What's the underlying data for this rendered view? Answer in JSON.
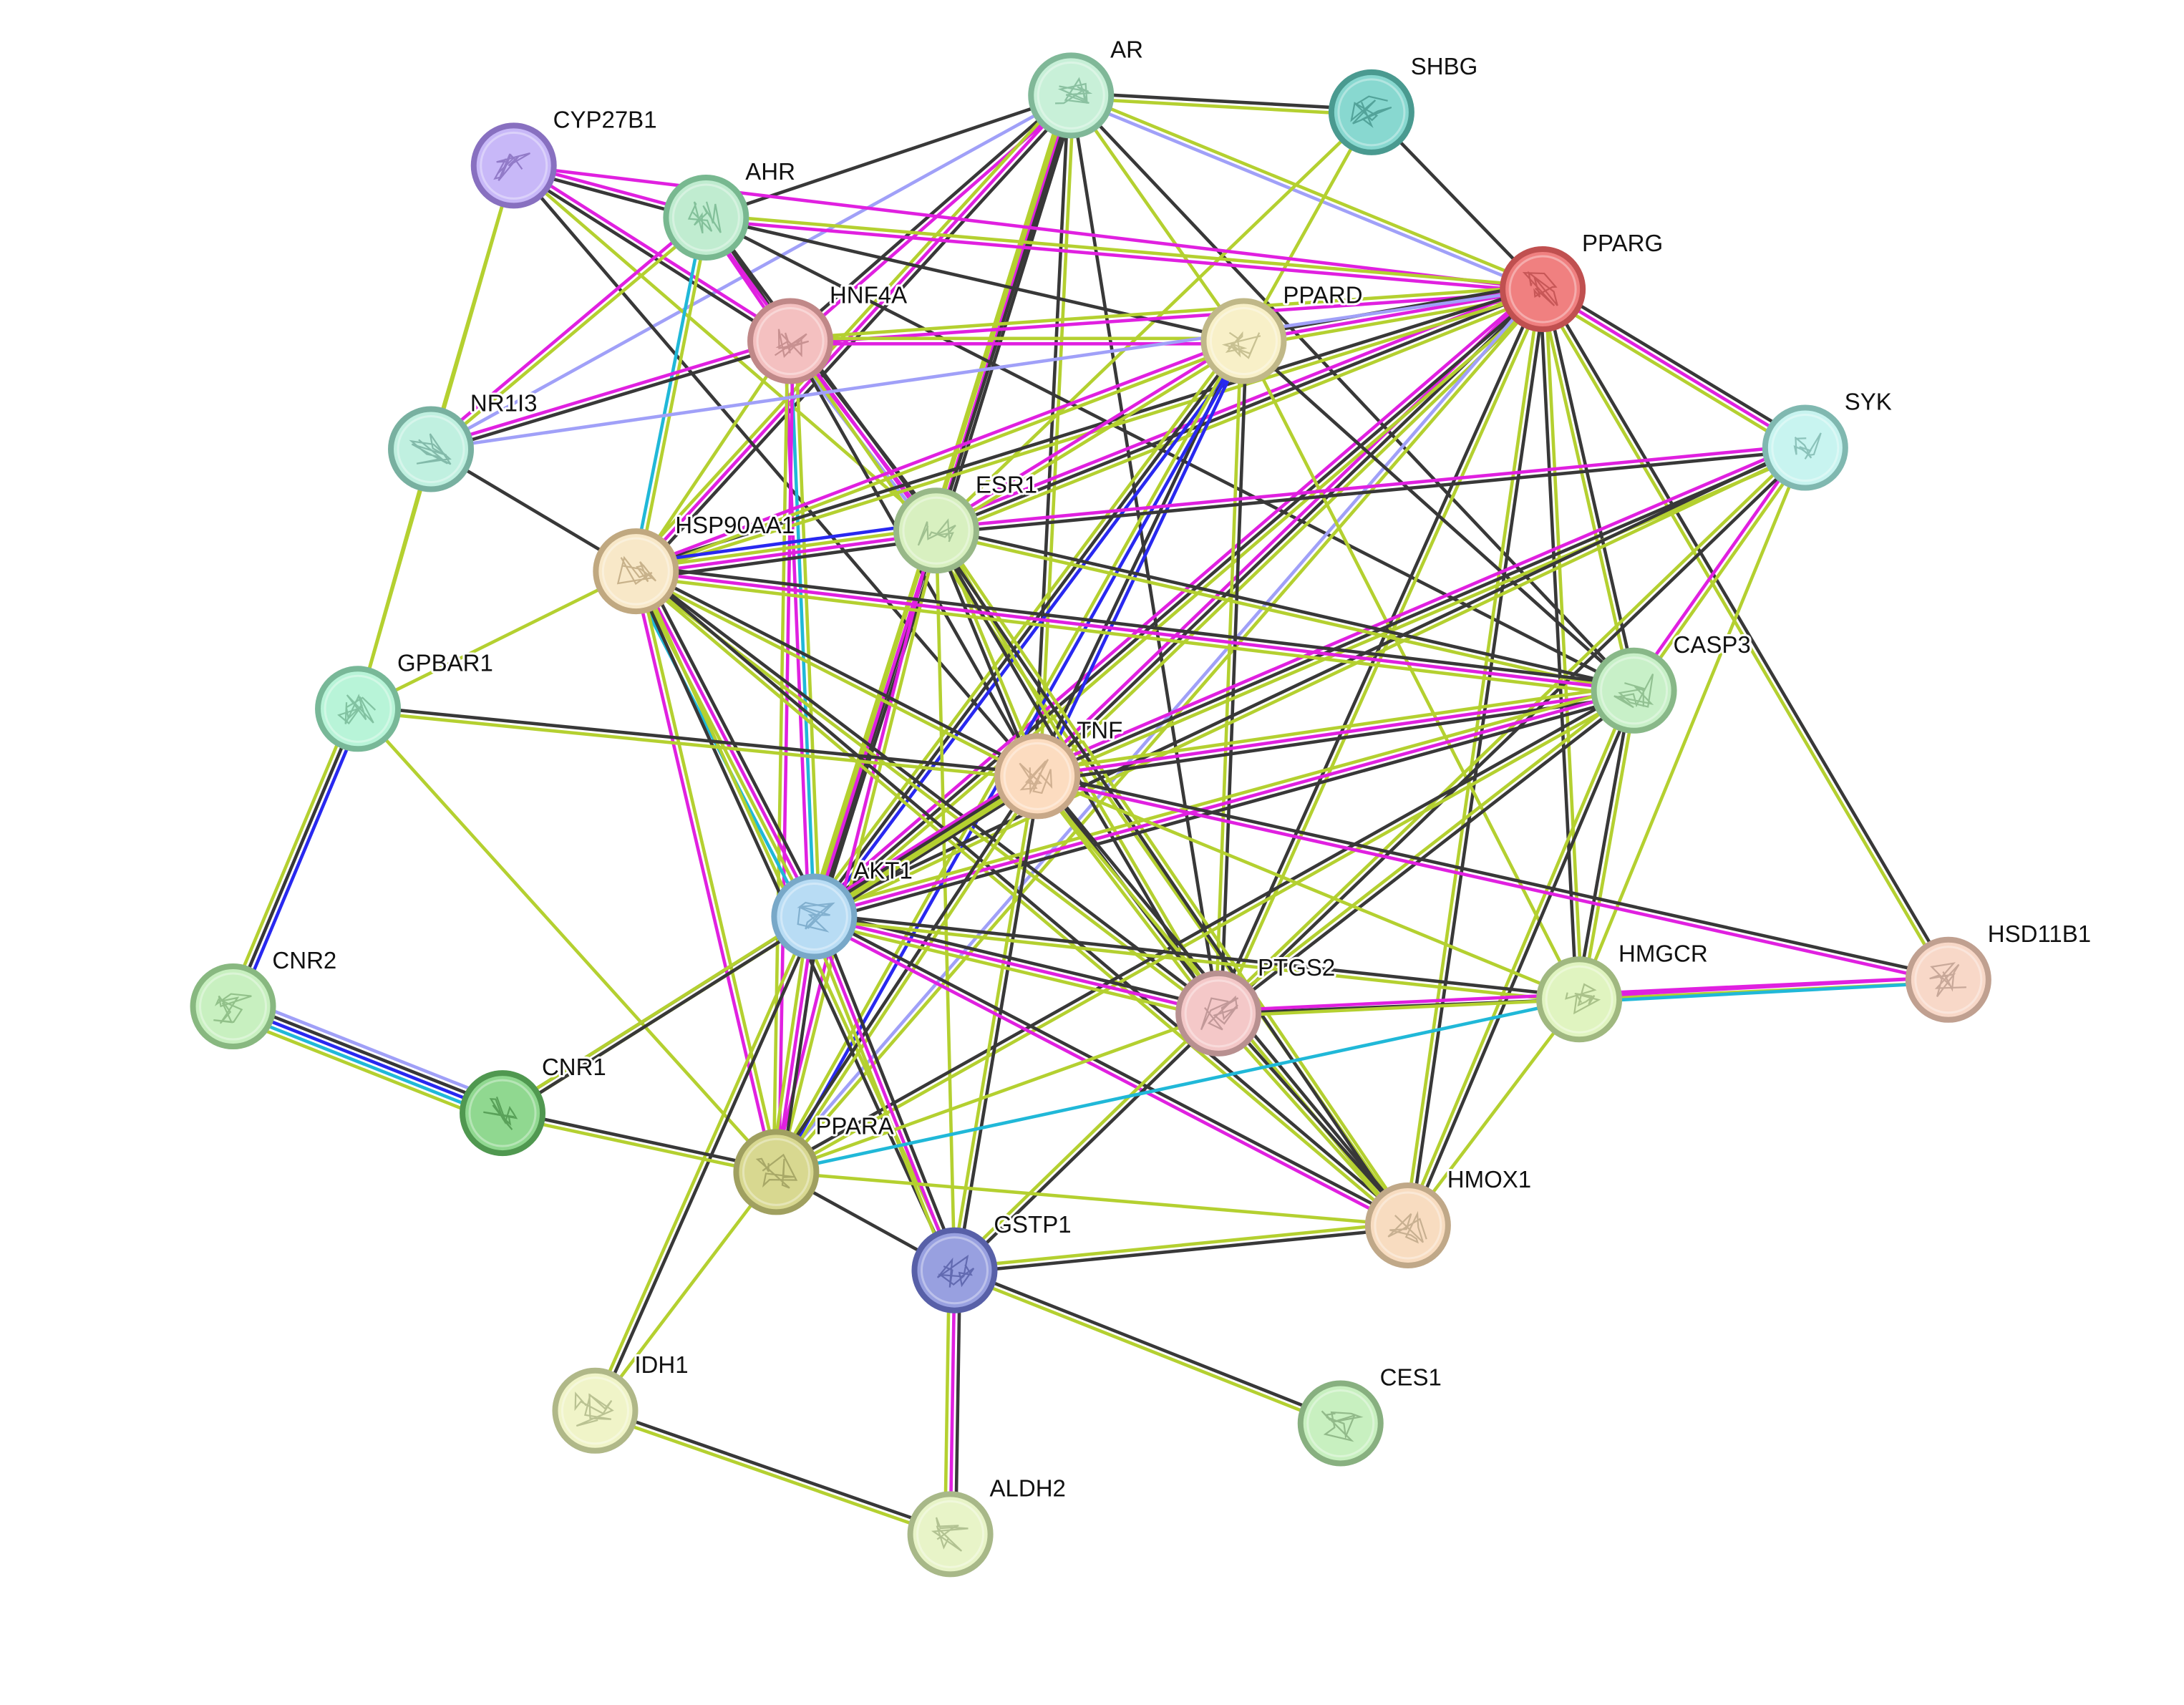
{
  "title": "Protein interaction network",
  "nodes": [
    {
      "id": "AR",
      "label": "AR",
      "fill": "#c8f0d8",
      "border": "#80b898"
    },
    {
      "id": "SHBG",
      "label": "SHBG",
      "fill": "#88d8d0",
      "border": "#4a9a90"
    },
    {
      "id": "CYP27B1",
      "label": "CYP27B1",
      "fill": "#c8b8f8",
      "border": "#8870c0"
    },
    {
      "id": "AHR",
      "label": "AHR",
      "fill": "#c0ecd0",
      "border": "#78b890"
    },
    {
      "id": "PPARG",
      "label": "PPARG",
      "fill": "#f08080",
      "border": "#c05050"
    },
    {
      "id": "HNF4A",
      "label": "HNF4A",
      "fill": "#f4c0c0",
      "border": "#c08888"
    },
    {
      "id": "PPARD",
      "label": "PPARD",
      "fill": "#f8f0c8",
      "border": "#c0b888"
    },
    {
      "id": "NR1I3",
      "label": "NR1I3",
      "fill": "#c0f0e0",
      "border": "#78b0a0"
    },
    {
      "id": "SYK",
      "label": "SYK",
      "fill": "#c8f4f0",
      "border": "#80b8b0"
    },
    {
      "id": "ESR1",
      "label": "ESR1",
      "fill": "#d8f0c0",
      "border": "#98b888"
    },
    {
      "id": "HSP90AA1",
      "label": "HSP90AA1",
      "fill": "#f8e8c8",
      "border": "#c0a880"
    },
    {
      "id": "GPBAR1",
      "label": "GPBAR1",
      "fill": "#b8f4d8",
      "border": "#78b898"
    },
    {
      "id": "CASP3",
      "label": "CASP3",
      "fill": "#c8f0c8",
      "border": "#88b888"
    },
    {
      "id": "TNF",
      "label": "TNF",
      "fill": "#fcdcc0",
      "border": "#c8a888"
    },
    {
      "id": "AKT1",
      "label": "AKT1",
      "fill": "#b8dcf4",
      "border": "#78a8c8"
    },
    {
      "id": "CNR2",
      "label": "CNR2",
      "fill": "#c8f0c0",
      "border": "#88b880"
    },
    {
      "id": "HSD11B1",
      "label": "HSD11B1",
      "fill": "#f8d8c8",
      "border": "#c0a090"
    },
    {
      "id": "PTGS2",
      "label": "PTGS2",
      "fill": "#f4c8c8",
      "border": "#b89090"
    },
    {
      "id": "HMGCR",
      "label": "HMGCR",
      "fill": "#e0f4c0",
      "border": "#a0b880"
    },
    {
      "id": "CNR1",
      "label": "CNR1",
      "fill": "#90d890",
      "border": "#509850"
    },
    {
      "id": "PPARA",
      "label": "PPARA",
      "fill": "#d8d890",
      "border": "#a0a060"
    },
    {
      "id": "HMOX1",
      "label": "HMOX1",
      "fill": "#f8dcc0",
      "border": "#c0a888"
    },
    {
      "id": "GSTP1",
      "label": "GSTP1",
      "fill": "#98a0e0",
      "border": "#5860a8"
    },
    {
      "id": "IDH1",
      "label": "IDH1",
      "fill": "#f0f4c8",
      "border": "#b0b888"
    },
    {
      "id": "CES1",
      "label": "CES1",
      "fill": "#c8f0c0",
      "border": "#88b080"
    },
    {
      "id": "ALDH2",
      "label": "ALDH2",
      "fill": "#e8f4c8",
      "border": "#a8b888"
    }
  ],
  "edge_colors": {
    "k": "#383838",
    "y": "#b4d030",
    "m": "#e020e0",
    "b": "#2828f0",
    "c": "#20b8d8",
    "l": "#a0a0f8"
  },
  "edges": [
    [
      "AR",
      "SHBG",
      "ky"
    ],
    [
      "AR",
      "PPARG",
      "yl"
    ],
    [
      "AR",
      "AHR",
      "k"
    ],
    [
      "AR",
      "HNF4A",
      "mk"
    ],
    [
      "AR",
      "ESR1",
      "kmy"
    ],
    [
      "AR",
      "HSP90AA1",
      "kmy"
    ],
    [
      "AR",
      "AKT1",
      "ky"
    ],
    [
      "AR",
      "TNF",
      "yk"
    ],
    [
      "AR",
      "PTGS2",
      "k"
    ],
    [
      "AR",
      "CASP3",
      "k"
    ],
    [
      "AR",
      "NR1I3",
      "l"
    ],
    [
      "AR",
      "PPARD",
      "y"
    ],
    [
      "SHBG",
      "PPARG",
      "k"
    ],
    [
      "SHBG",
      "ESR1",
      "y"
    ],
    [
      "SHBG",
      "PPARD",
      "y"
    ],
    [
      "CYP27B1",
      "AHR",
      "mk"
    ],
    [
      "CYP27B1",
      "PPARG",
      "m"
    ],
    [
      "CYP27B1",
      "HNF4A",
      "mk"
    ],
    [
      "CYP27B1",
      "NR1I3",
      "y"
    ],
    [
      "CYP27B1",
      "GPBAR1",
      "y"
    ],
    [
      "CYP27B1",
      "ESR1",
      "y"
    ],
    [
      "CYP27B1",
      "TNF",
      "k"
    ],
    [
      "AHR",
      "PPARG",
      "ym"
    ],
    [
      "AHR",
      "HNF4A",
      "km"
    ],
    [
      "AHR",
      "NR1I3",
      "ym"
    ],
    [
      "AHR",
      "HSP90AA1",
      "yc"
    ],
    [
      "AHR",
      "PPARD",
      "k"
    ],
    [
      "AHR",
      "CASP3",
      "k"
    ],
    [
      "AHR",
      "ESR1",
      "km"
    ],
    [
      "HNF4A",
      "PPARG",
      "ym"
    ],
    [
      "HNF4A",
      "PPARD",
      "ym"
    ],
    [
      "HNF4A",
      "NR1I3",
      "km"
    ],
    [
      "HNF4A",
      "HSP90AA1",
      "y"
    ],
    [
      "HNF4A",
      "ESR1",
      "kml"
    ],
    [
      "HNF4A",
      "AKT1",
      "ycm"
    ],
    [
      "HNF4A",
      "TNF",
      "k"
    ],
    [
      "HNF4A",
      "PPARA",
      "my"
    ],
    [
      "HNF4A",
      "HMOX1",
      "y"
    ],
    [
      "PPARG",
      "PPARD",
      "ymk"
    ],
    [
      "PPARG",
      "SYK",
      "kmy"
    ],
    [
      "PPARG",
      "ESR1",
      "ykm"
    ],
    [
      "PPARG",
      "HSP90AA1",
      "yk"
    ],
    [
      "PPARG",
      "CASP3",
      "ky"
    ],
    [
      "PPARG",
      "TNF",
      "ykm"
    ],
    [
      "PPARG",
      "AKT1",
      "ykm"
    ],
    [
      "PPARG",
      "PTGS2",
      "yk"
    ],
    [
      "PPARG",
      "HMGCR",
      "yk"
    ],
    [
      "PPARG",
      "HMOX1",
      "ky"
    ],
    [
      "PPARG",
      "HSD11B1",
      "ky"
    ],
    [
      "PPARG",
      "PPARA",
      "yl"
    ],
    [
      "PPARG",
      "NR1I3",
      "l"
    ],
    [
      "PPARD",
      "ESR1",
      "ym"
    ],
    [
      "PPARD",
      "HSP90AA1",
      "ym"
    ],
    [
      "PPARD",
      "TNF",
      "bk"
    ],
    [
      "PPARD",
      "AKT1",
      "bky"
    ],
    [
      "PPARD",
      "PTGS2",
      "ky"
    ],
    [
      "PPARD",
      "CASP3",
      "k"
    ],
    [
      "PPARD",
      "PPARA",
      "by"
    ],
    [
      "PPARD",
      "HMGCR",
      "y"
    ],
    [
      "SYK",
      "ESR1",
      "km"
    ],
    [
      "SYK",
      "TNF",
      "ykm"
    ],
    [
      "SYK",
      "AKT1",
      "yk"
    ],
    [
      "SYK",
      "CASP3",
      "ym"
    ],
    [
      "SYK",
      "PTGS2",
      "ky"
    ],
    [
      "SYK",
      "HMGCR",
      "y"
    ],
    [
      "ESR1",
      "HSP90AA1",
      "kmyb"
    ],
    [
      "ESR1",
      "TNF",
      "yk"
    ],
    [
      "ESR1",
      "AKT1",
      "kmy"
    ],
    [
      "ESR1",
      "PTGS2",
      "yk"
    ],
    [
      "ESR1",
      "CASP3",
      "ky"
    ],
    [
      "ESR1",
      "PPARA",
      "ym"
    ],
    [
      "ESR1",
      "HMOX1",
      "yk"
    ],
    [
      "ESR1",
      "GSTP1",
      "y"
    ],
    [
      "HSP90AA1",
      "TNF",
      "ky"
    ],
    [
      "HSP90AA1",
      "AKT1",
      "kmyc"
    ],
    [
      "HSP90AA1",
      "CASP3",
      "kmy"
    ],
    [
      "HSP90AA1",
      "PTGS2",
      "ky"
    ],
    [
      "HSP90AA1",
      "PPARA",
      "ym"
    ],
    [
      "HSP90AA1",
      "GSTP1",
      "yk"
    ],
    [
      "HSP90AA1",
      "HMOX1",
      "ky"
    ],
    [
      "HSP90AA1",
      "GPBAR1",
      "y"
    ],
    [
      "HSP90AA1",
      "NR1I3",
      "k"
    ],
    [
      "NR1I3",
      "GPBAR1",
      "y"
    ],
    [
      "GPBAR1",
      "TNF",
      "ky"
    ],
    [
      "GPBAR1",
      "CNR2",
      "bky"
    ],
    [
      "GPBAR1",
      "PPARA",
      "y"
    ],
    [
      "CASP3",
      "TNF",
      "kmy"
    ],
    [
      "CASP3",
      "AKT1",
      "kmy"
    ],
    [
      "CASP3",
      "PTGS2",
      "ky"
    ],
    [
      "CASP3",
      "HMGCR",
      "yk"
    ],
    [
      "CASP3",
      "HMOX1",
      "ky"
    ],
    [
      "CASP3",
      "PPARA",
      "yk"
    ],
    [
      "TNF",
      "AKT1",
      "kym"
    ],
    [
      "TNF",
      "PTGS2",
      "ky"
    ],
    [
      "TNF",
      "HMGCR",
      "y"
    ],
    [
      "TNF",
      "HSD11B1",
      "km"
    ],
    [
      "TNF",
      "HMOX1",
      "ky"
    ],
    [
      "TNF",
      "GSTP1",
      "ky"
    ],
    [
      "TNF",
      "PPARA",
      "yk"
    ],
    [
      "TNF",
      "CNR1",
      "yk"
    ],
    [
      "AKT1",
      "PTGS2",
      "kmy"
    ],
    [
      "AKT1",
      "HMGCR",
      "ky"
    ],
    [
      "AKT1",
      "HMOX1",
      "km"
    ],
    [
      "AKT1",
      "GSTP1",
      "kmy"
    ],
    [
      "AKT1",
      "PPARA",
      "kmy"
    ],
    [
      "AKT1",
      "CNR1",
      "ky"
    ],
    [
      "AKT1",
      "IDH1",
      "ky"
    ],
    [
      "PTGS2",
      "HMGCR",
      "k"
    ],
    [
      "PTGS2",
      "HSD11B1",
      "my"
    ],
    [
      "PTGS2",
      "HMOX1",
      "ky"
    ],
    [
      "PTGS2",
      "GSTP1",
      "ky"
    ],
    [
      "PTGS2",
      "PPARA",
      "y"
    ],
    [
      "HMGCR",
      "HSD11B1",
      "mc"
    ],
    [
      "HMGCR",
      "PPARA",
      "c"
    ],
    [
      "HMGCR",
      "HMOX1",
      "y"
    ],
    [
      "HMOX1",
      "GSTP1",
      "ky"
    ],
    [
      "HMOX1",
      "PPARA",
      "y"
    ],
    [
      "CNR1",
      "CNR2",
      "ycbkl"
    ],
    [
      "CNR1",
      "PPARA",
      "ky"
    ],
    [
      "PPARA",
      "GSTP1",
      "k"
    ],
    [
      "PPARA",
      "IDH1",
      "y"
    ],
    [
      "GSTP1",
      "ALDH2",
      "kmy"
    ],
    [
      "GSTP1",
      "CES1",
      "ky"
    ],
    [
      "IDH1",
      "ALDH2",
      "ky"
    ]
  ]
}
